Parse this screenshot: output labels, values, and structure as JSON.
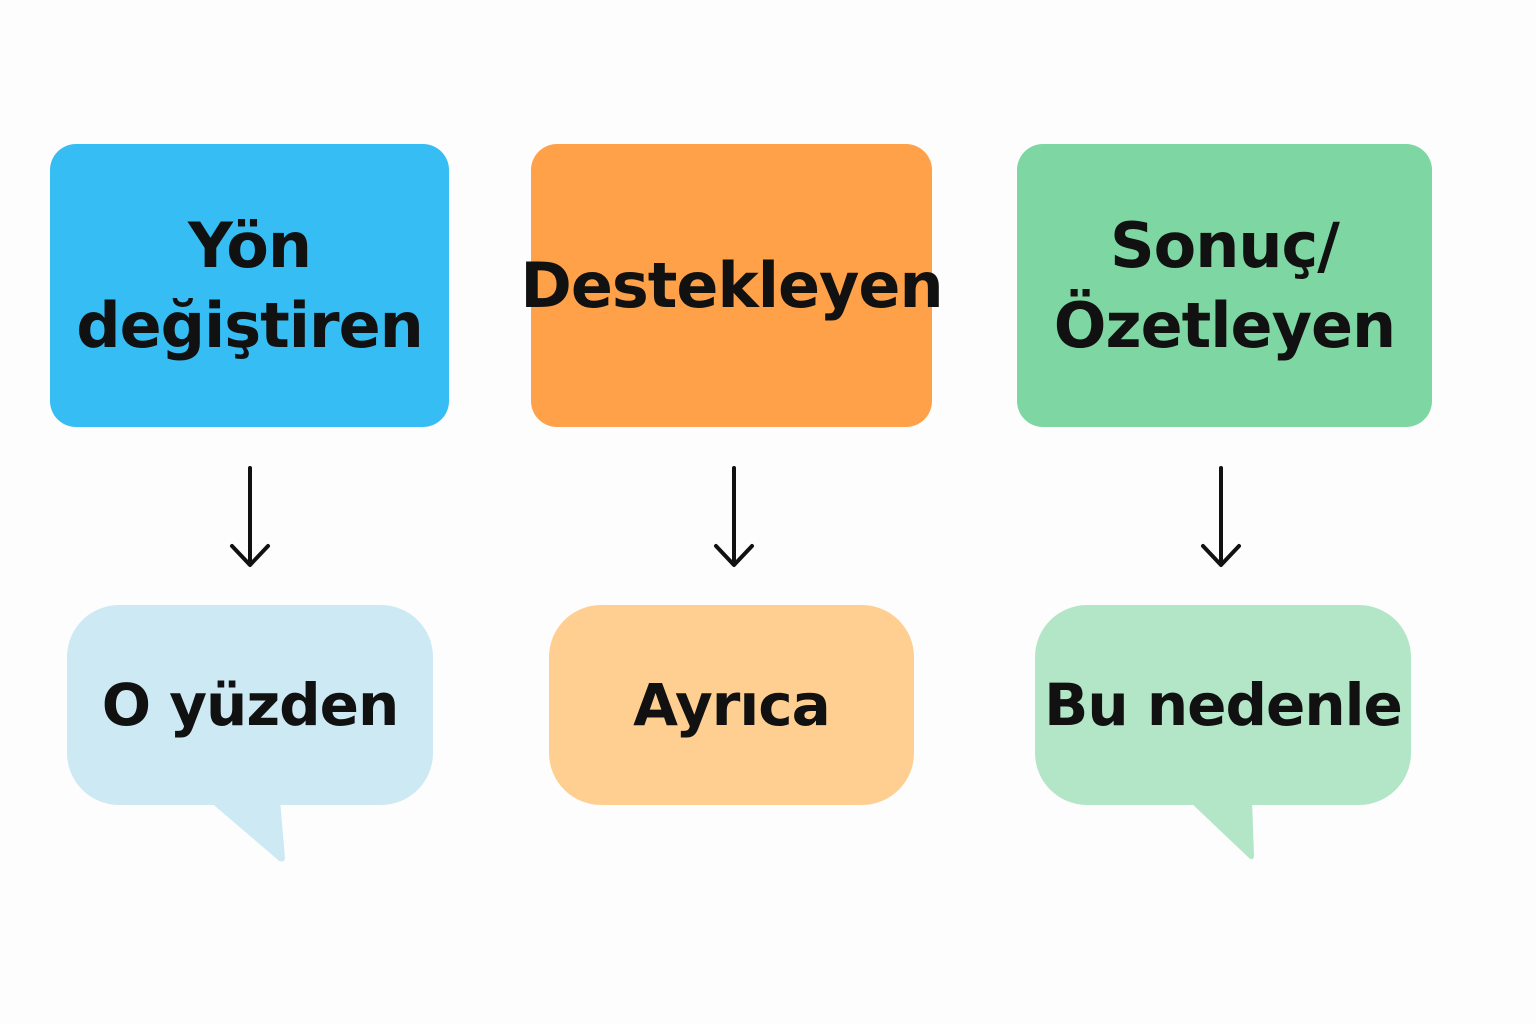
{
  "columns": [
    {
      "heading_lines": [
        "Yön",
        "değiştiren"
      ],
      "example": "O yüzden",
      "heading_color": "#36bef4",
      "example_color": "#cce9f4",
      "example_tail": true
    },
    {
      "heading_lines": [
        "Destekleyen"
      ],
      "example": "Ayrıca",
      "heading_color": "#fea148",
      "example_color": "#fecf91",
      "example_tail": false
    },
    {
      "heading_lines": [
        "Sonuç/",
        "Özetleyen"
      ],
      "example": "Bu nedenle",
      "heading_color": "#7ed6a2",
      "example_color": "#b2e6c6",
      "example_tail": true
    }
  ]
}
